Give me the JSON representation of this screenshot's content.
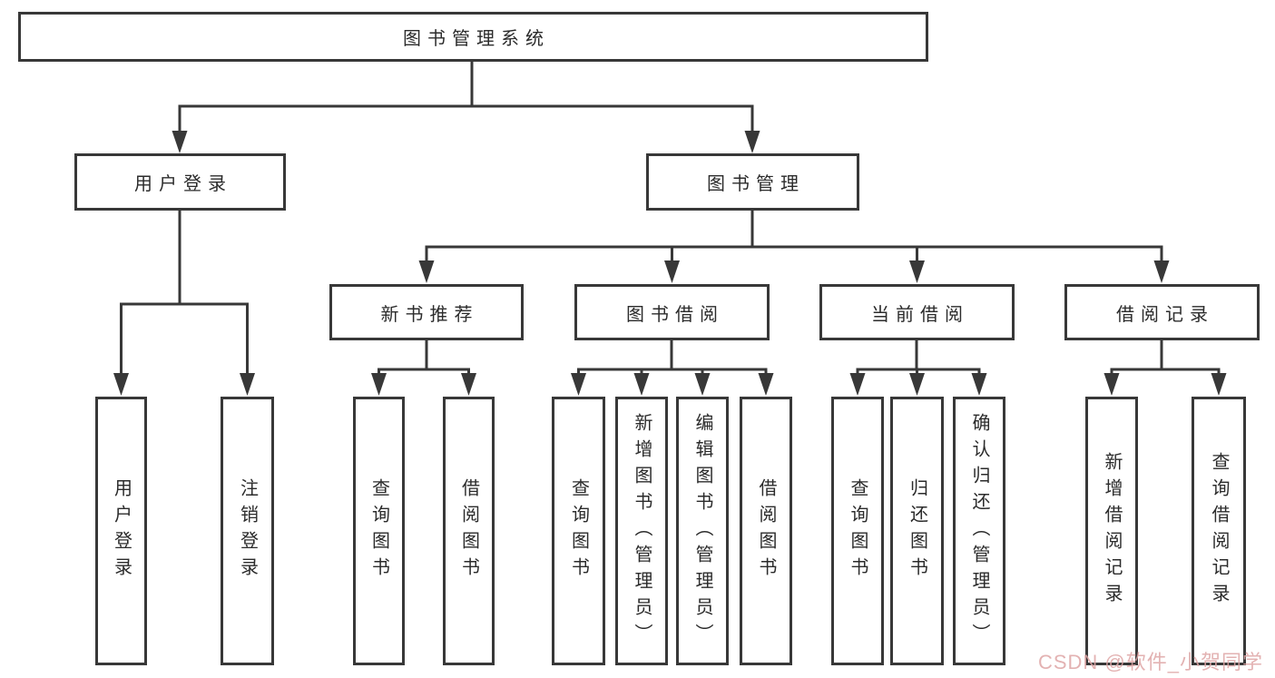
{
  "tree": {
    "label": "图书管理系统",
    "children": [
      {
        "label": "用户登录",
        "children": [
          {
            "label": "用户登录"
          },
          {
            "label": "注销登录"
          }
        ]
      },
      {
        "label": "图书管理",
        "children": [
          {
            "label": "新书推荐",
            "children": [
              {
                "label": "查询图书"
              },
              {
                "label": "借阅图书"
              }
            ]
          },
          {
            "label": "图书借阅",
            "children": [
              {
                "label": "查询图书"
              },
              {
                "label": "新增图书（管理员）"
              },
              {
                "label": "编辑图书（管理员）"
              },
              {
                "label": "借阅图书"
              }
            ]
          },
          {
            "label": "当前借阅",
            "children": [
              {
                "label": "查询图书"
              },
              {
                "label": "归还图书"
              },
              {
                "label": "确认归还（管理员）"
              }
            ]
          },
          {
            "label": "借阅记录",
            "children": [
              {
                "label": "新增借阅记录"
              },
              {
                "label": "查询借阅记录"
              }
            ]
          }
        ]
      }
    ]
  },
  "watermark": {
    "text": "CSDN @软件_小贺同学",
    "color": "#dea4a4"
  },
  "colors": {
    "line": "#383838",
    "text": "#2b2b2b",
    "background": "#ffffff"
  }
}
